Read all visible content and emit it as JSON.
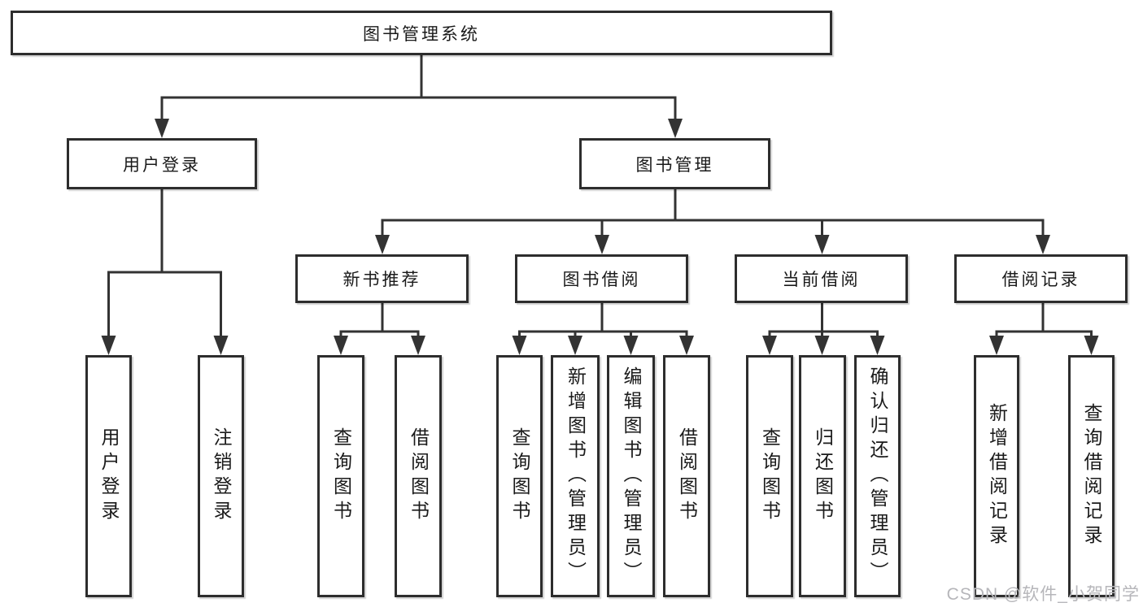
{
  "colors": {
    "background": "#ffffff",
    "line": "#333333",
    "box_border": "#2d2d2d",
    "text": "#1a1a1a",
    "watermark": "#b6b6ba"
  },
  "diagram": {
    "type": "hierarchy-tree",
    "root": {
      "label": "图书管理系统"
    },
    "branches": [
      {
        "label": "用户登录",
        "children": [
          {
            "label": "用户登录"
          },
          {
            "label": "注销登录"
          }
        ]
      },
      {
        "label": "图书管理",
        "children": [
          {
            "label": "新书推荐",
            "children": [
              {
                "label": "查询图书"
              },
              {
                "label": "借阅图书"
              }
            ]
          },
          {
            "label": "图书借阅",
            "children": [
              {
                "label": "查询图书"
              },
              {
                "label": "新增图书（管理员）"
              },
              {
                "label": "编辑图书（管理员）"
              },
              {
                "label": "借阅图书"
              }
            ]
          },
          {
            "label": "当前借阅",
            "children": [
              {
                "label": "查询图书"
              },
              {
                "label": "归还图书"
              },
              {
                "label": "确认归还（管理员）"
              }
            ]
          },
          {
            "label": "借阅记录",
            "children": [
              {
                "label": "新增借阅记录"
              },
              {
                "label": "查询借阅记录"
              }
            ]
          }
        ]
      }
    ],
    "watermark": "CSDN @软件_小贺同学"
  }
}
